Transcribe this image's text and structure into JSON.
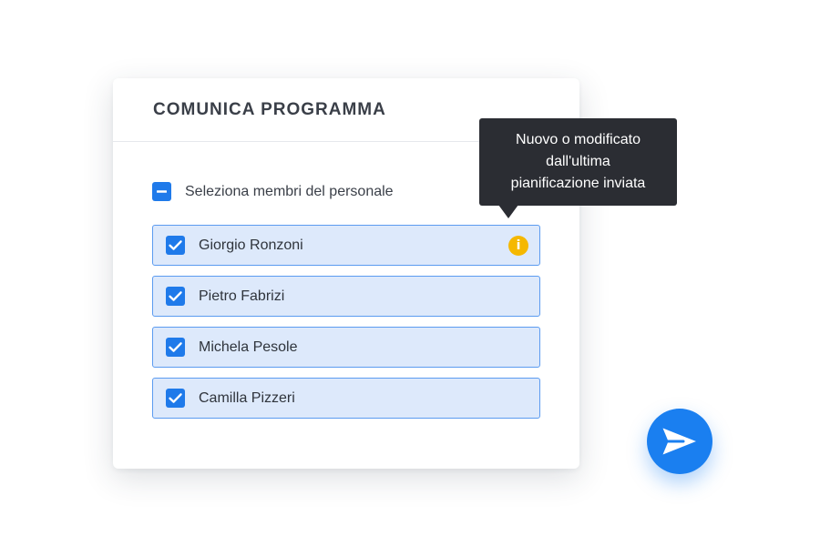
{
  "card": {
    "title": "COMUNICA PROGRAMMA"
  },
  "select_all": {
    "label": "Seleziona membri del personale",
    "state": "indeterminate"
  },
  "members": [
    {
      "name": "Giorgio Ronzoni",
      "checked": true,
      "flag": "info-icon"
    },
    {
      "name": "Pietro Fabrizi",
      "checked": true
    },
    {
      "name": "Michela Pesole",
      "checked": true
    },
    {
      "name": "Camilla Pizzeri",
      "checked": true
    }
  ],
  "tooltip": {
    "lines": [
      "Nuovo o modificato",
      "dall'ultima",
      "pianificazione inviata"
    ]
  },
  "send_button": {
    "icon": "send-icon"
  },
  "colors": {
    "accent": "#1f7aea",
    "row_background": "#dde9fb",
    "row_border": "#5b9bf0",
    "warning": "#f5b800",
    "tooltip_background": "#2b2d33"
  }
}
